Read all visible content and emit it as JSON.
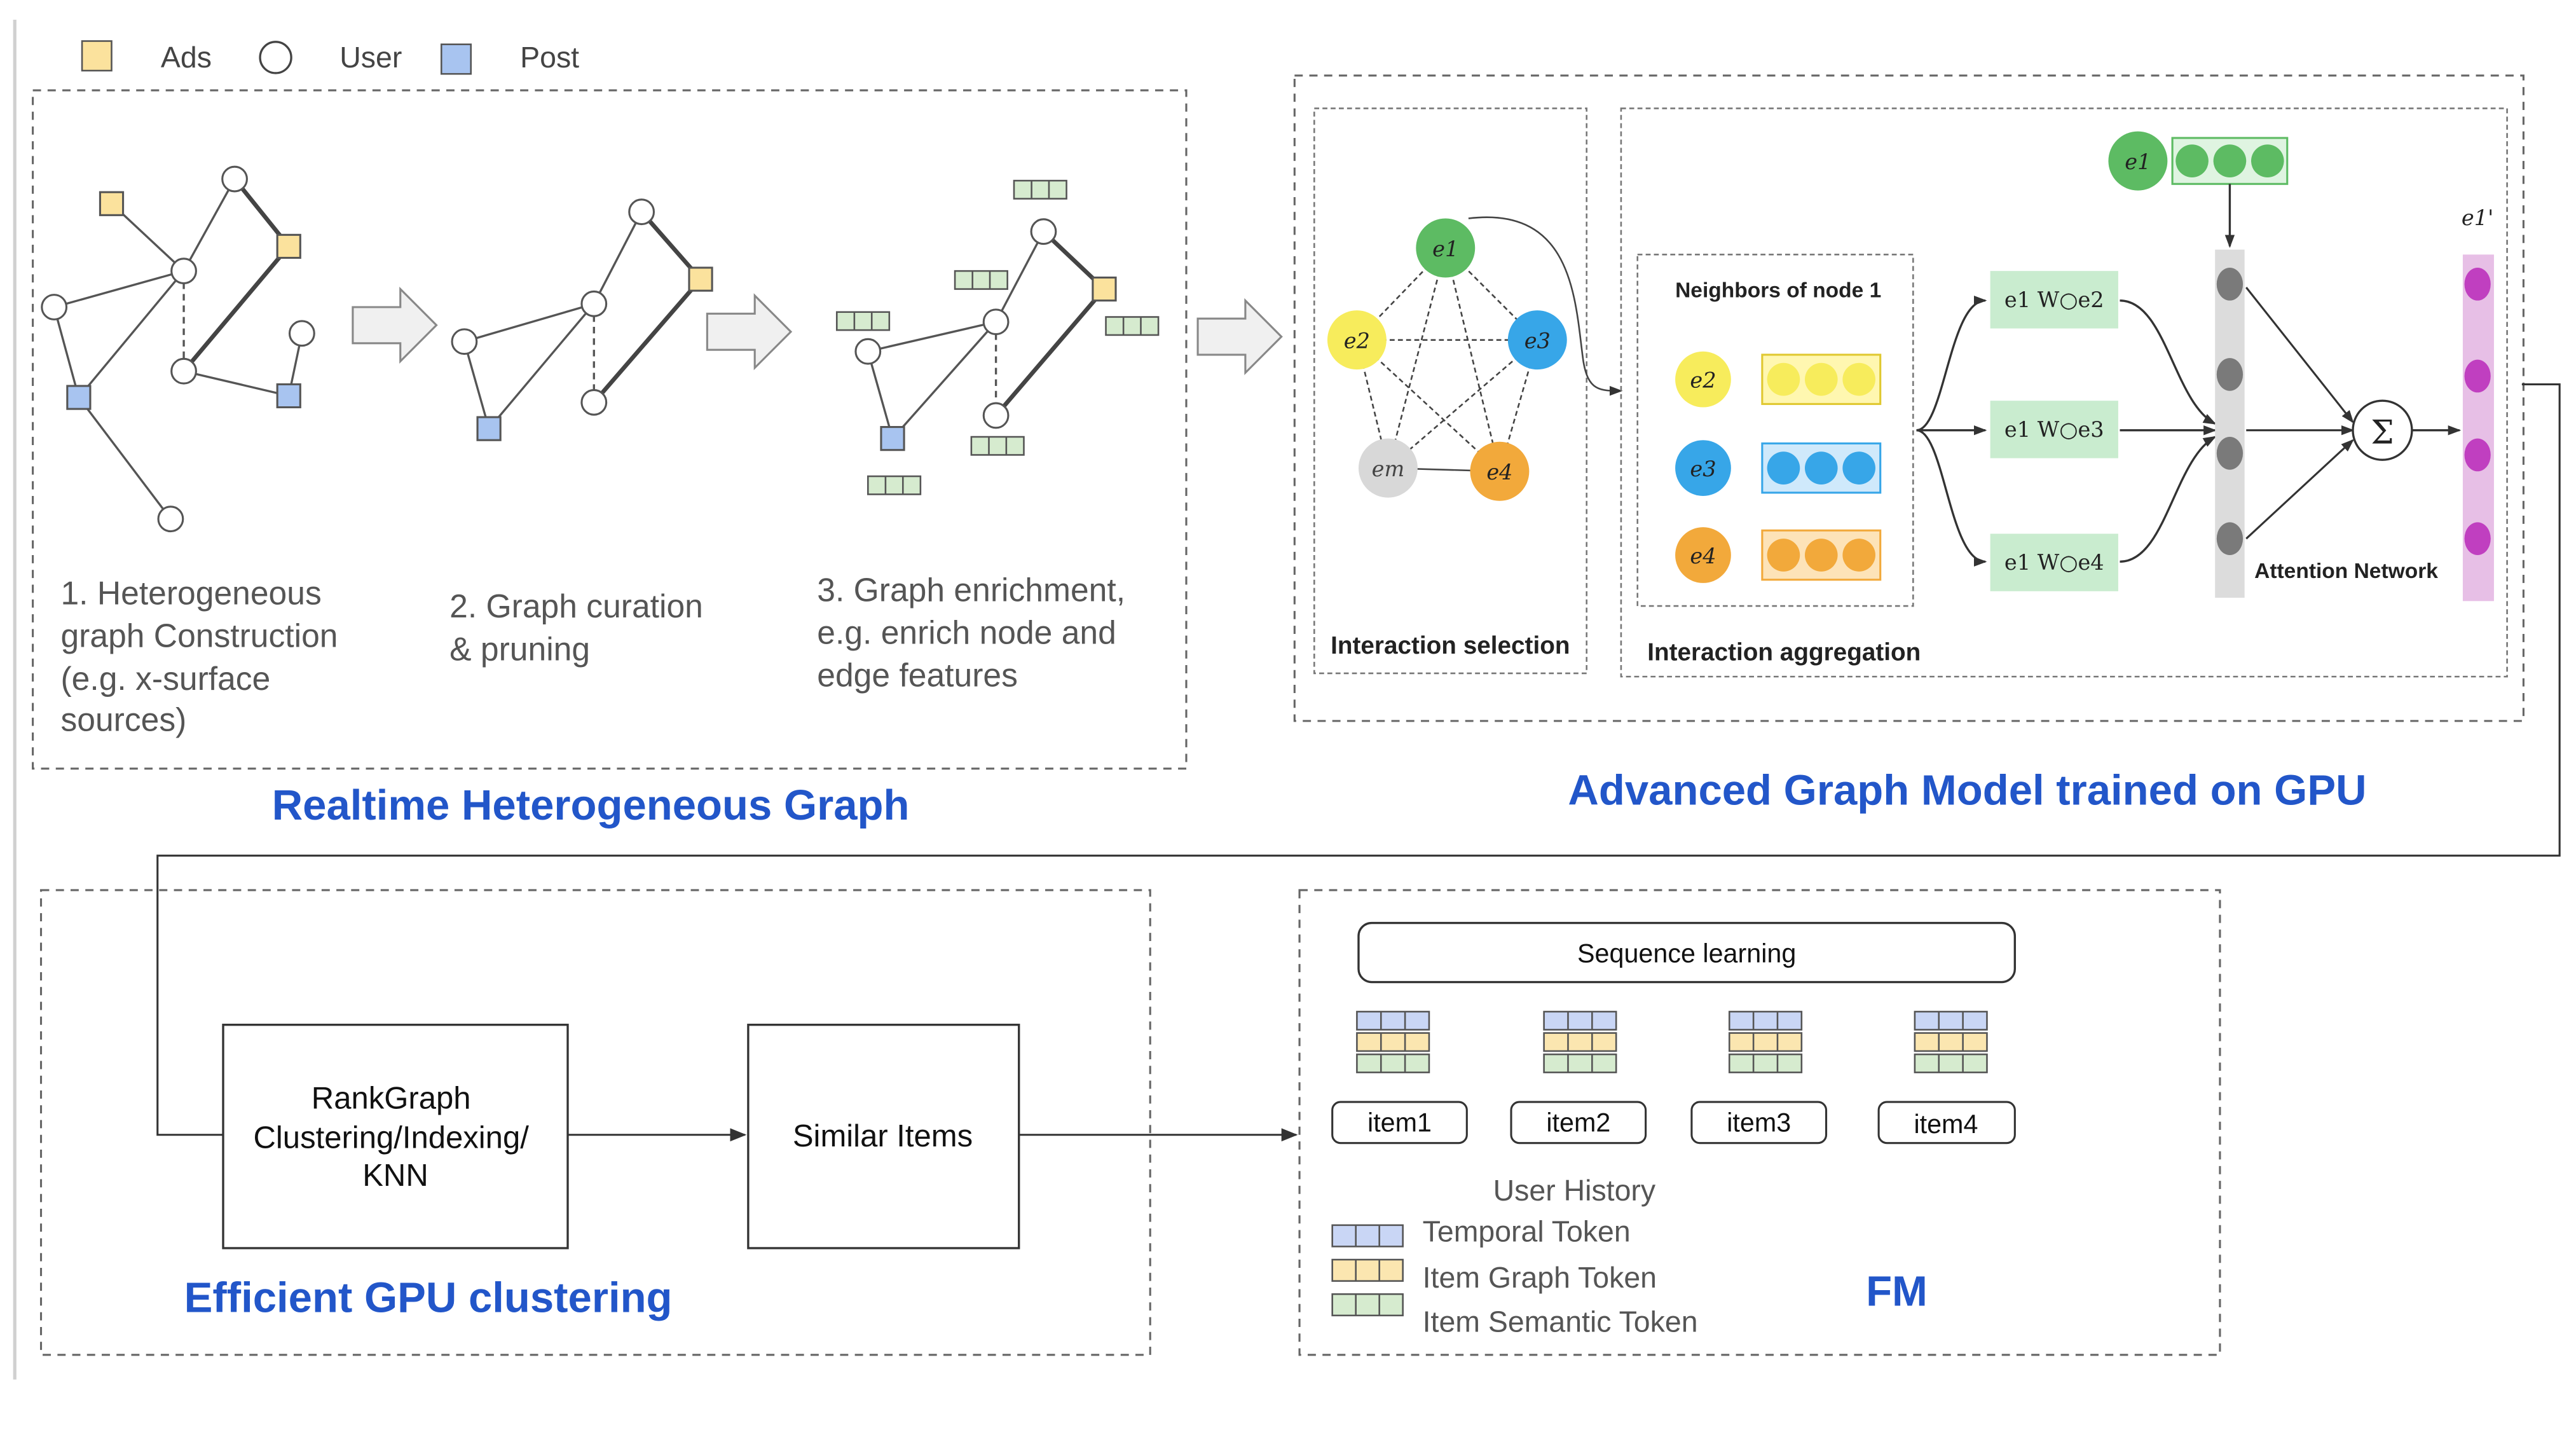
{
  "colors": {
    "ads": "#fbe29d",
    "post": "#a8c4f0",
    "title_blue": "#2256c9",
    "green_node": "#5dbb63",
    "yellow_node": "#f7ec5c",
    "blue_node": "#37a6e8",
    "orange_node": "#f2a93b",
    "gray_node": "#d8d8d8",
    "op_box": "#c9eccf",
    "purple_bar": "#e7bfe6",
    "purple_dot": "#c03fc0"
  },
  "legend": {
    "ads": "Ads",
    "user": "User",
    "post": "Post"
  },
  "realtime_graph": {
    "title": "Realtime Heterogeneous Graph",
    "steps": [
      [
        "1. Heterogeneous",
        "graph Construction",
        "(e.g. x-surface",
        "sources)"
      ],
      [
        "2. Graph curation",
        "& pruning"
      ],
      [
        "3. Graph enrichment,",
        "e.g. enrich node and",
        "edge features"
      ]
    ]
  },
  "advanced_model": {
    "title": "Advanced Graph Model trained on GPU",
    "interaction_selection": "Interaction selection",
    "interaction_aggregation": "Interaction aggregation",
    "neighbors_label": "Neighbors of node 1",
    "attention_label": "Attention Network",
    "nodes": {
      "e1": "e1",
      "e2": "e2",
      "e3": "e3",
      "e4": "e4",
      "em": "em",
      "e1p": "e1'"
    },
    "ops": [
      "e1 W○e2",
      "e1 W○e3",
      "e1 W○e4"
    ],
    "sum_symbol": "Σ"
  },
  "clustering": {
    "title": "Efficient GPU clustering",
    "rankgraph": [
      "RankGraph",
      "Clustering/Indexing/",
      "KNN"
    ],
    "similar_items": "Similar Items"
  },
  "fm": {
    "title": "FM",
    "sequence_learning": "Sequence learning",
    "items": [
      "item1",
      "item2",
      "item3",
      "item4"
    ],
    "user_history": "User History",
    "token_legend": [
      "Temporal Token",
      "Item Graph Token",
      "Item Semantic Token"
    ],
    "token_colors": [
      "#c9d6f5",
      "#fbe6b0",
      "#d6ebcf"
    ]
  }
}
